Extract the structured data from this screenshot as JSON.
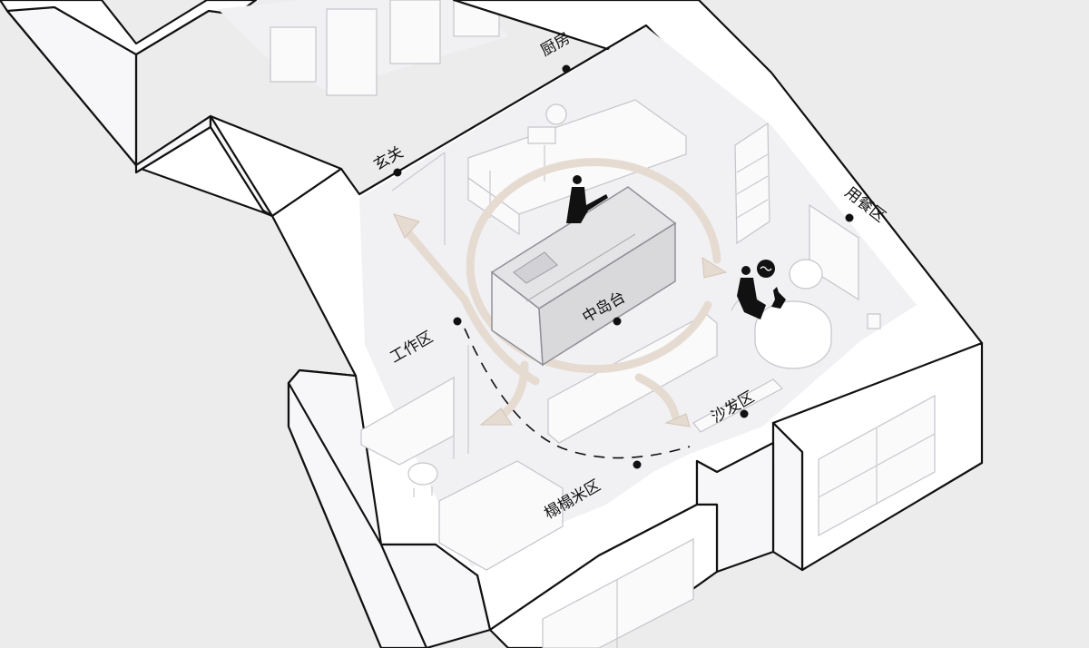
{
  "labels": {
    "kitchen": "厨房",
    "entrance": "玄关",
    "dining": "用餐区",
    "island": "中岛台",
    "work": "工作区",
    "sofa": "沙发区",
    "tatami": "榻榻米区"
  },
  "colors": {
    "background": "#ececec",
    "wall_stroke": "#111111",
    "flow_arrow": "#e6dbd1",
    "flow_arrow_stroke": "#d3c5b7",
    "island_top": "#e4e4e6",
    "island_side": "#d9d9dc",
    "figure": "#111111"
  },
  "icons": [
    "person-figure-icon",
    "seated-person-icon",
    "cat-icon",
    "speech-bubble-icon"
  ]
}
